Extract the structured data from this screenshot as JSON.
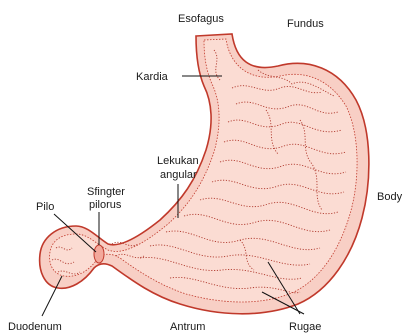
{
  "labels": {
    "esofagus": "Esofagus",
    "fundus": "Fundus",
    "kardia": "Kardia",
    "lekukan_angular_1": "Lekukan",
    "lekukan_angular_2": "angular",
    "pilo": "Pilo",
    "sfingter_1": "Sfingter",
    "sfingter_2": "pilorus",
    "body": "Body",
    "duodenum": "Duodenum",
    "antrum": "Antrum",
    "rugae": "Rugae"
  },
  "colors": {
    "fill": "#f8cfc5",
    "inner_fill": "#fbdcd3",
    "outline": "#c0392b",
    "folds": "#b03a2e"
  }
}
